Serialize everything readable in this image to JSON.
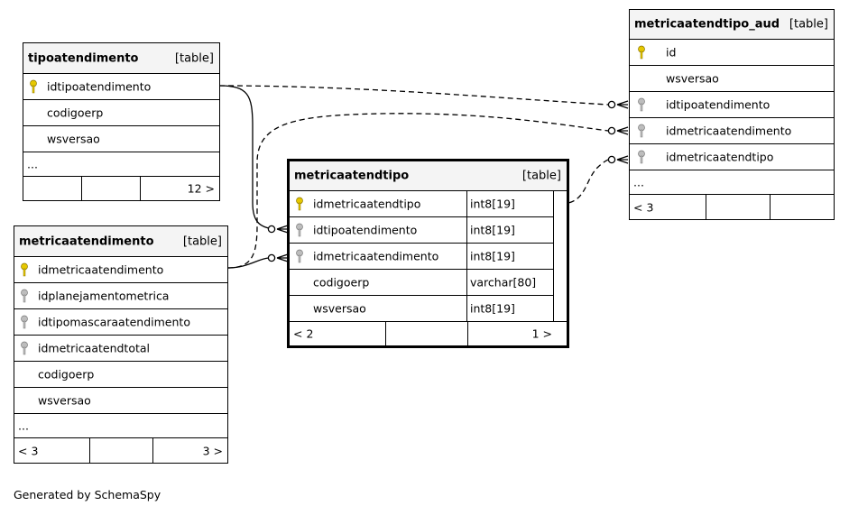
{
  "footer_text": "Generated by SchemaSpy",
  "colors": {
    "primary_key": "#e6c800",
    "foreign_key": "#a8a8a8",
    "header_bg": "#f4f4f4"
  },
  "tables": {
    "tipoatendimento": {
      "name": "tipoatendimento",
      "kind": "[table]",
      "rows": [
        {
          "col": "idtipoatendimento",
          "icon": "primary-key-icon"
        },
        {
          "col": "codigoerp",
          "icon": ""
        },
        {
          "col": "wsversao",
          "icon": ""
        }
      ],
      "ellipsis": "...",
      "footer": {
        "left": "",
        "middle": "",
        "right": "12 >"
      }
    },
    "metricaatendimento": {
      "name": "metricaatendimento",
      "kind": "[table]",
      "rows": [
        {
          "col": "idmetricaatendimento",
          "icon": "primary-key-icon"
        },
        {
          "col": "idplanejamentometrica",
          "icon": "foreign-key-icon"
        },
        {
          "col": "idtipomascaraatendimento",
          "icon": "foreign-key-icon"
        },
        {
          "col": "idmetricaatendtotal",
          "icon": "foreign-key-icon"
        },
        {
          "col": "codigoerp",
          "icon": ""
        },
        {
          "col": "wsversao",
          "icon": ""
        }
      ],
      "ellipsis": "...",
      "footer": {
        "left": "< 3",
        "middle": "",
        "right": "3 >"
      }
    },
    "metricaatendtipo": {
      "name": "metricaatendtipo",
      "kind": "[table]",
      "rows": [
        {
          "col": "idmetricaatendtipo",
          "type": "int8[19]",
          "icon": "primary-key-icon"
        },
        {
          "col": "idtipoatendimento",
          "type": "int8[19]",
          "icon": "foreign-key-icon"
        },
        {
          "col": "idmetricaatendimento",
          "type": "int8[19]",
          "icon": "foreign-key-icon"
        },
        {
          "col": "codigoerp",
          "type": "varchar[80]",
          "icon": ""
        },
        {
          "col": "wsversao",
          "type": "int8[19]",
          "icon": ""
        }
      ],
      "footer": {
        "left": "< 2",
        "middle": "",
        "right": "1 >"
      }
    },
    "metricaatendtipo_aud": {
      "name": "metricaatendtipo_aud",
      "kind": "[table]",
      "rows": [
        {
          "col": "id",
          "icon": "primary-key-icon"
        },
        {
          "col": "wsversao",
          "icon": ""
        },
        {
          "col": "idtipoatendimento",
          "icon": "foreign-key-icon"
        },
        {
          "col": "idmetricaatendimento",
          "icon": "foreign-key-icon"
        },
        {
          "col": "idmetricaatendtipo",
          "icon": "foreign-key-icon"
        }
      ],
      "ellipsis": "...",
      "footer": {
        "left": "< 3",
        "middle": "",
        "right": ""
      }
    }
  }
}
